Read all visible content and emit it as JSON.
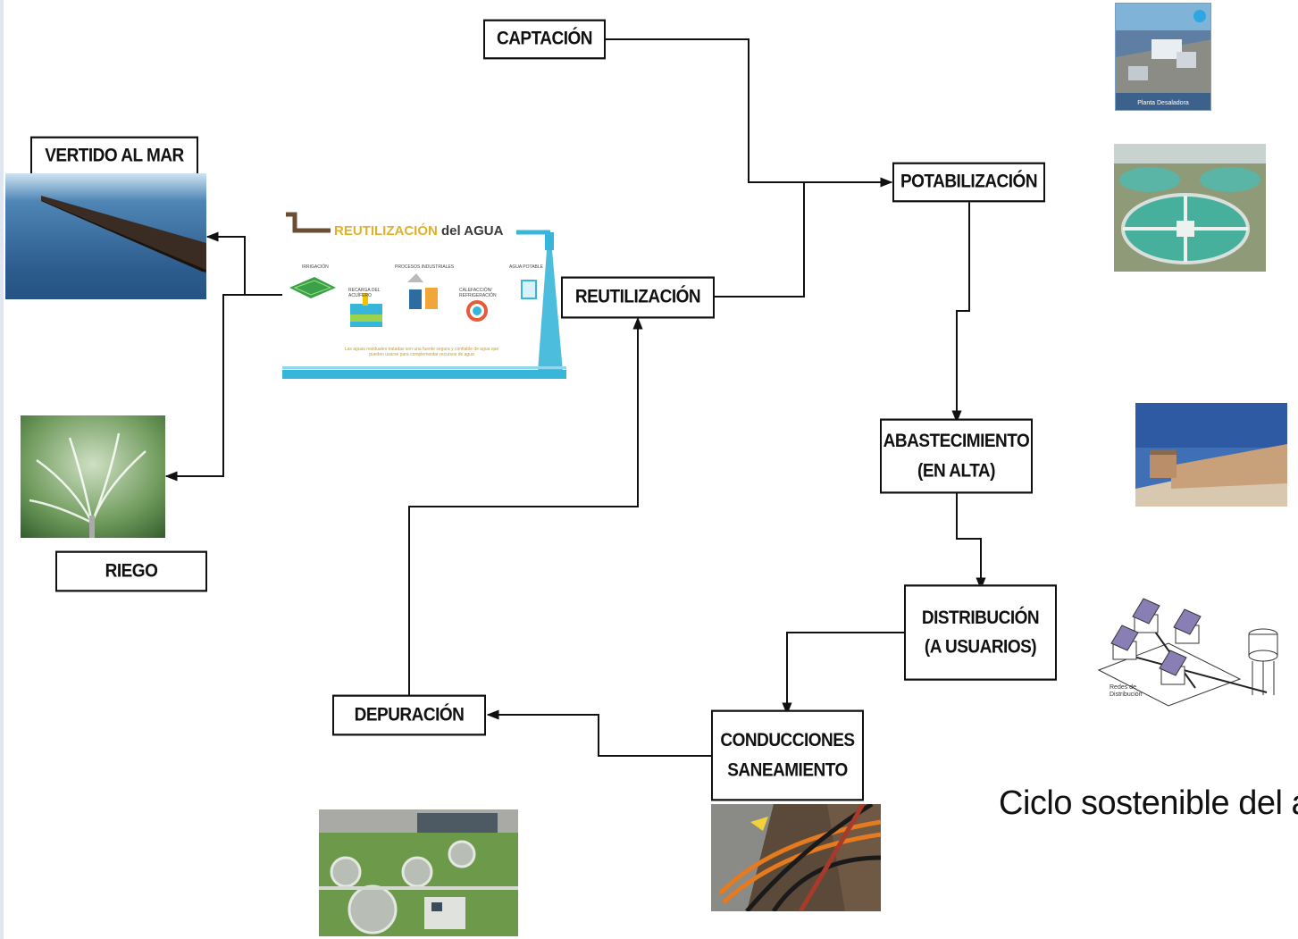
{
  "nodes": {
    "captacion": "CAPTACIÓN",
    "potabilizacion": "POTABILIZACIÓN",
    "abastecimiento_1": "ABASTECIMIENTO",
    "abastecimiento_2": "(EN ALTA)",
    "distribucion_1": "DISTRIBUCIÓN",
    "distribucion_2": "(A USUARIOS)",
    "conducciones_1": "CONDUCCIONES",
    "conducciones_2": "SANEAMIENTO",
    "depuracion": "DEPURACIÓN",
    "reutilizacion": "REUTILIZACIÓN",
    "vertido": "VERTIDO AL MAR",
    "riego": "RIEGO"
  },
  "title": "Ciclo sostenible del a",
  "infographic": {
    "title_a": "REUTILIZACIÓN",
    "title_b": "del AGUA",
    "labels": [
      "IRRIGACIÓN",
      "PROCESOS INDUSTRIALES",
      "AGUA POTABLE",
      "RECARGA DEL ACUÍFERO",
      "CALEFACCIÓN/ REFRIGERACIÓN"
    ],
    "note": "Las aguas residuales tratadas son una fuente segura y confiable de agua que pueden usarse para complementar recursos de agua"
  },
  "photo_captions": {
    "desaladora": "Planta Desaladora",
    "redes": "Redes de Distribución"
  },
  "colors": {
    "line": "#111111",
    "infographic_blue": "#38b6d9",
    "infographic_gold": "#e0b12a"
  }
}
